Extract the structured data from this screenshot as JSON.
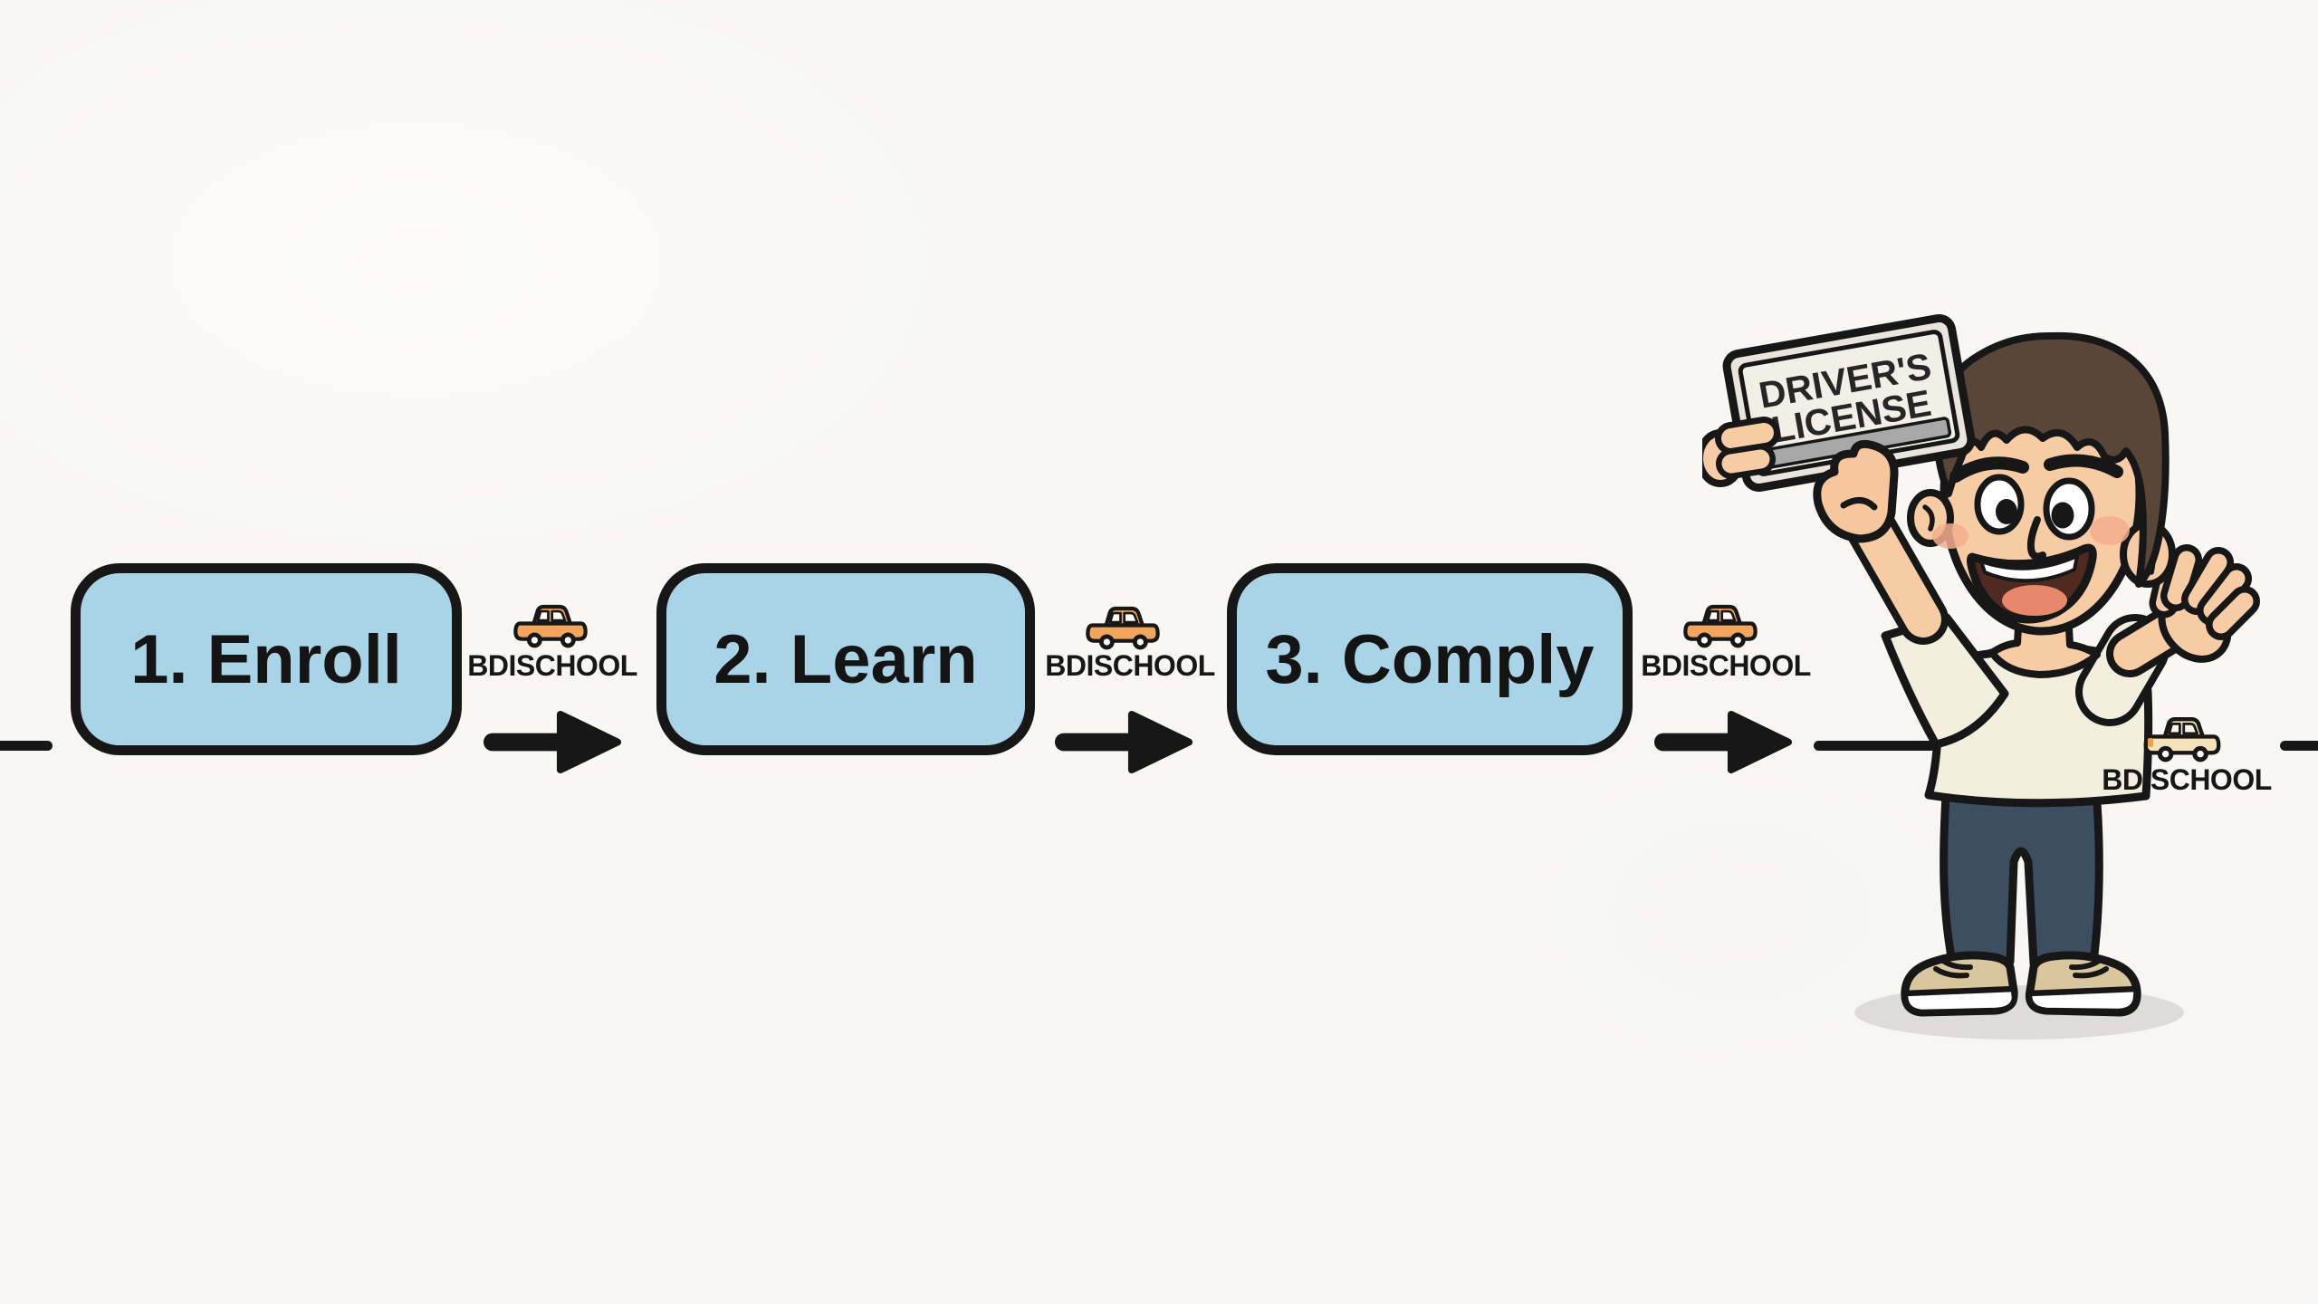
{
  "scene": {
    "background": "#f8f7f4",
    "ink": "#171717",
    "step_fill": "#a9d4e7"
  },
  "steps": [
    {
      "label": "1. Enroll"
    },
    {
      "label": "2. Learn"
    },
    {
      "label": "3. Comply"
    }
  ],
  "connectors": [
    {
      "brand": "BDISCHOOL"
    },
    {
      "brand": "BDISCHOOL"
    },
    {
      "brand": "BDISCHOOL"
    }
  ],
  "finish": {
    "brand": "BDISCHOOL",
    "license_card": {
      "line1": "DRIVER'S",
      "line2": "LICENSE"
    }
  },
  "palette": {
    "car_orange": "#f2a55c",
    "car_cream": "#f6e2ba",
    "car_accent": "#ef9f4e",
    "skin": "#f7cba4",
    "hair": "#594638",
    "shirt": "#f3eedd",
    "pants": "#3d4e61",
    "shoes": "#d9c59e",
    "card_face": "#f2efe7",
    "card_stripe": "#a8a8a8",
    "blush": "#f3ae8e",
    "tongue": "#e8876b",
    "mouth": "#4f2a20"
  }
}
